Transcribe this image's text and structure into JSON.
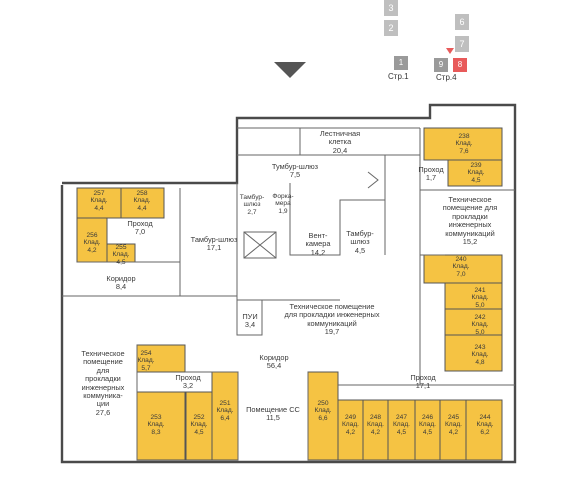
{
  "navigation": {
    "floors_left": [
      "3",
      "2"
    ],
    "floors_right": [
      "6",
      "7"
    ],
    "page1": {
      "number": "1",
      "label": "Стр.1"
    },
    "page4": {
      "numbers": [
        "9",
        "8"
      ],
      "label": "Стр.4"
    }
  },
  "rooms": {
    "stair": "Лестничная\nклетка\n20,4",
    "tumbur_top": "Тумбур-шлюз\n7,5",
    "tumbur_a": "Тамбур-\nшлюз\n2,7",
    "porch": "Форка-\nмера\n1,9",
    "tumbur_left": "Тамбур-шлюз\n17,1",
    "vent": "Вент-\nкамера\n14,2",
    "tumbur_right": "Тамбур-\nшлюз\n4,5",
    "tech_mid": "Техническое помещение\nдля прокладки инженерных\nкоммуникаций\n19,7",
    "pui": "ПУИ\n3,4",
    "corridor_center": "Коридор\n56,4",
    "pass_right_top": "Проход\n1,7",
    "tech_right": "Техническое\nпомещение для\nпрокладки\nинженерных\nкоммуникаций\n15,2",
    "pass_left": "Проход\n7,0",
    "corridor_left": "Коридор\n8,4",
    "tech_left": "Техническое\nпомещение\nдля\nпрокладки\nинженерных\nкоммуника-\nции\n27,6",
    "pass_small": "Проход\n3,2",
    "room_cc": "Помещение СС\n11,5",
    "pass_right_bottom": "Проход\n17,1"
  },
  "storage": {
    "s257": "257\nКлад.\n4,4",
    "s258": "258\nКлад.\n4,4",
    "s256": "256\nКлад.\n4,2",
    "s255": "255\nКлад.\n4,5",
    "s254": "254\nКлад.\n5,7",
    "s253": "253\nКлад.\n8,3",
    "s252": "252\nКлад.\n4,5",
    "s251": "251\nКлад.\n6,4",
    "s250": "250\nКлад.\n6,6",
    "s249": "249\nКлад.\n4,2",
    "s248": "248\nКлад.\n4,2",
    "s247": "247\nКлад.\n4,5",
    "s246": "246\nКлад.\n4,5",
    "s245": "245\nКлад.\n4,2",
    "s244": "244\nКлад.\n6,2",
    "s243": "243\nКлад.\n4,8",
    "s242": "242\nКлад.\n5,0",
    "s241": "241\nКлад.\n5,0",
    "s240": "240\nКлад.\n7,0",
    "s239": "239\nКлад.\n4,5",
    "s238": "238\nКлад.\n7,6"
  },
  "colors": {
    "storage": "#f5c343",
    "page_active": "#e85a5a",
    "page_inactive": "#9a9a9a",
    "floor_block": "#bfbfbf"
  }
}
